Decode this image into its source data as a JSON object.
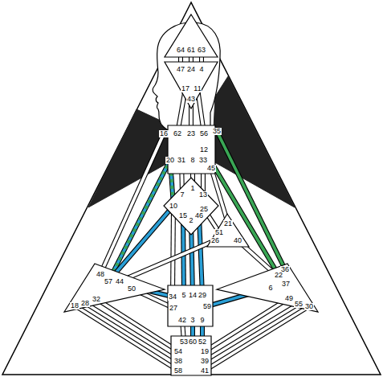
{
  "diagram": {
    "nodes": [
      {
        "text": [
          "64",
          "61",
          "63"
        ]
      },
      {
        "text": [
          "47",
          "24",
          "4",
          "17",
          "43",
          "11"
        ]
      },
      {
        "text": [
          "16",
          "62",
          "23",
          "56",
          "35",
          "12",
          "45",
          "20",
          "31",
          "8",
          "33"
        ]
      },
      {
        "text": [
          "1",
          "7",
          "13",
          "10",
          "25",
          "15",
          "2",
          "46"
        ]
      },
      {
        "text": [
          "21",
          "51",
          "26",
          "40"
        ]
      },
      {
        "text": [
          "48",
          "57",
          "44",
          "50",
          "32",
          "28",
          "18"
        ]
      },
      {
        "text": [
          "34",
          "5",
          "14",
          "29",
          "27",
          "59",
          "42",
          "3",
          "9"
        ]
      },
      {
        "text": [
          "36",
          "22",
          "37",
          "6",
          "49",
          "55",
          "30"
        ]
      },
      {
        "text": [
          "53",
          "60",
          "52",
          "54",
          "19",
          "38",
          "39",
          "58",
          "41"
        ]
      }
    ],
    "edges": [
      {
        "from": 0,
        "to": 1,
        "arrow": "none"
      },
      {
        "from": 0,
        "to": 1,
        "arrow": "none"
      },
      {
        "from": 0,
        "to": 1,
        "arrow": "none"
      },
      {
        "from": 1,
        "to": 2,
        "arrow": "none"
      },
      {
        "from": 1,
        "to": 2,
        "arrow": "none"
      },
      {
        "from": 1,
        "to": 2,
        "arrow": "none"
      },
      {
        "from": 2,
        "to": 5,
        "arrow": "none"
      },
      {
        "from": 2,
        "to": 5,
        "arrow": "none"
      },
      {
        "from": 2,
        "to": 3,
        "arrow": "none"
      },
      {
        "from": 2,
        "to": 3,
        "arrow": "none"
      },
      {
        "from": 2,
        "to": 3,
        "arrow": "none"
      },
      {
        "from": 2,
        "to": 3,
        "arrow": "none"
      },
      {
        "from": 2,
        "to": 4,
        "arrow": "none"
      },
      {
        "from": 2,
        "to": 7,
        "arrow": "none"
      },
      {
        "from": 2,
        "to": 7,
        "arrow": "none"
      },
      {
        "from": 3,
        "to": 4,
        "arrow": "none"
      },
      {
        "from": 3,
        "to": 6,
        "arrow": "none"
      },
      {
        "from": 3,
        "to": 6,
        "arrow": "none"
      },
      {
        "from": 3,
        "to": 6,
        "arrow": "none"
      },
      {
        "from": 3,
        "to": 6,
        "arrow": "none"
      },
      {
        "from": 3,
        "to": 5,
        "arrow": "none"
      },
      {
        "from": 4,
        "to": 5,
        "arrow": "none"
      },
      {
        "from": 4,
        "to": 7,
        "arrow": "none"
      },
      {
        "from": 5,
        "to": 6,
        "arrow": "none"
      },
      {
        "from": 5,
        "to": 6,
        "arrow": "none"
      },
      {
        "from": 6,
        "to": 7,
        "arrow": "none"
      },
      {
        "from": 6,
        "to": 8,
        "arrow": "none"
      },
      {
        "from": 6,
        "to": 8,
        "arrow": "none"
      },
      {
        "from": 6,
        "to": 8,
        "arrow": "none"
      },
      {
        "from": 5,
        "to": 8,
        "arrow": "none"
      },
      {
        "from": 5,
        "to": 8,
        "arrow": "none"
      },
      {
        "from": 5,
        "to": 8,
        "arrow": "none"
      },
      {
        "from": 7,
        "to": 8,
        "arrow": "none"
      },
      {
        "from": 7,
        "to": 8,
        "arrow": "none"
      },
      {
        "from": 7,
        "to": 8,
        "arrow": "none"
      }
    ]
  }
}
